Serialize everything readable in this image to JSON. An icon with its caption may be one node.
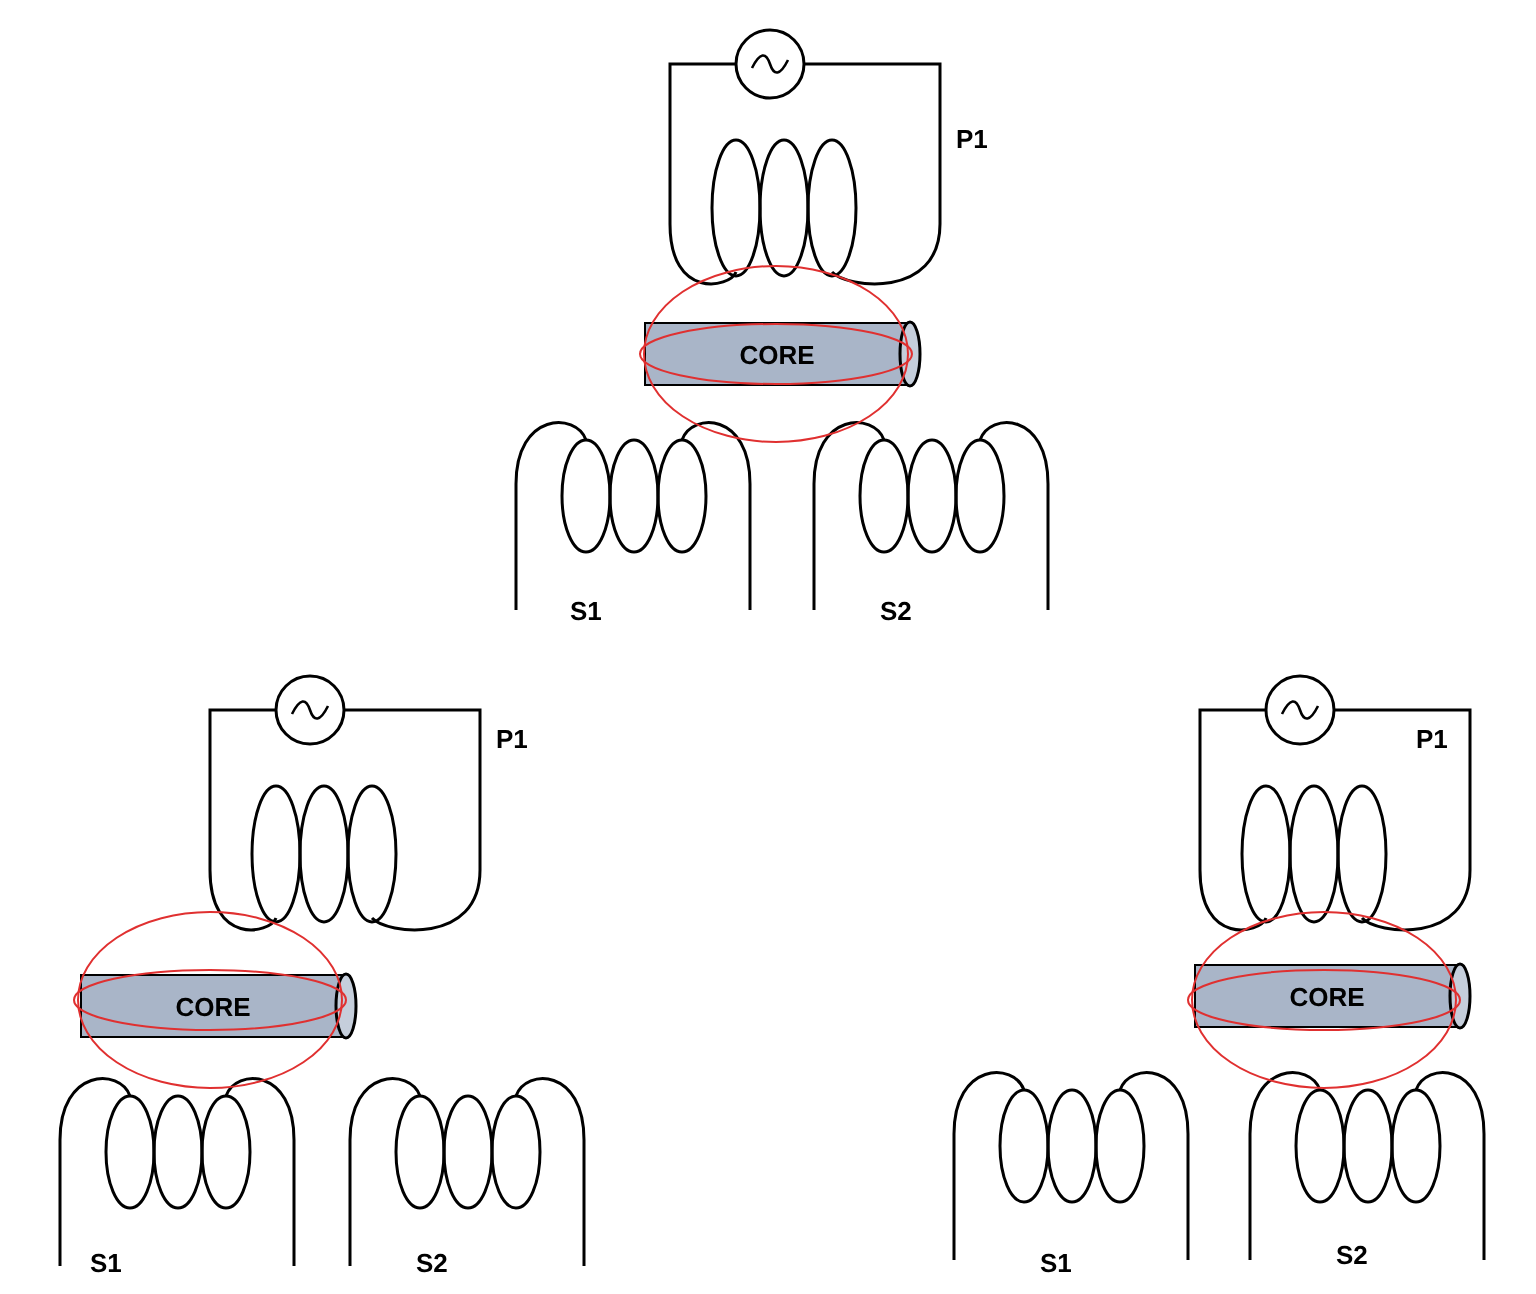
{
  "diagram": {
    "nodes": [
      {
        "text": [
          "CORE"
        ]
      },
      {
        "text": [
          "CORE"
        ]
      },
      {
        "text": [
          "CORE"
        ]
      }
    ],
    "labels": [
      "P1",
      "S1",
      "S2",
      "P1",
      "P1",
      "S1",
      "S2",
      "S1",
      "S2"
    ]
  }
}
